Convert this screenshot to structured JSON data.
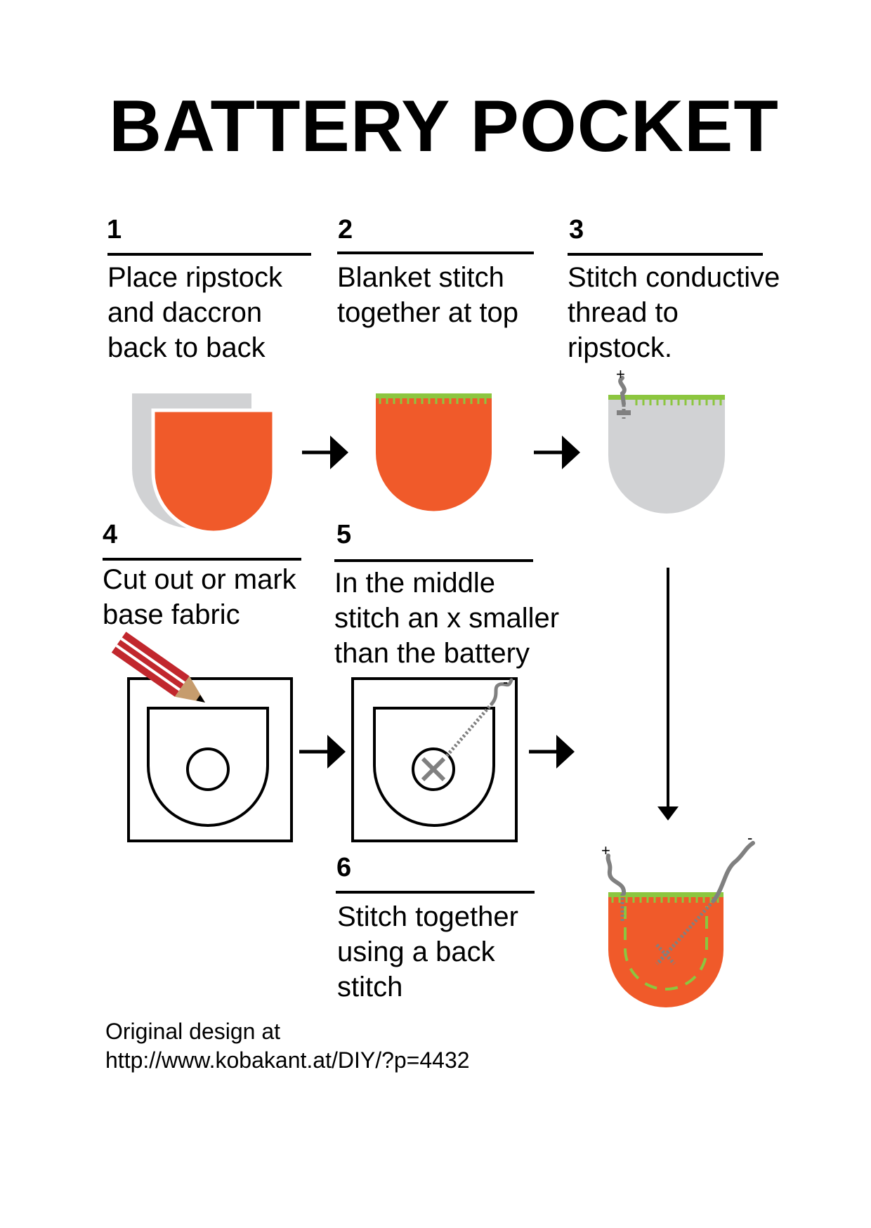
{
  "title": "BATTERY POCKET",
  "steps": [
    {
      "number": "1",
      "text": "Place ripstock\nand daccron\nback to back"
    },
    {
      "number": "2",
      "text": "Blanket stitch\ntogether at top"
    },
    {
      "number": "3",
      "text": "Stitch conductive\nthread to\nripstock."
    },
    {
      "number": "4",
      "text": "Cut out or mark\nbase fabric"
    },
    {
      "number": "5",
      "text": "In the middle\nstitch an x smaller\nthan the battery"
    },
    {
      "number": "6",
      "text": "Stitch together\nusing a back\nstitch"
    }
  ],
  "thread_marks": {
    "plus": "+",
    "minus": "-"
  },
  "footer": {
    "line1": "Original design at",
    "line2": "http://www.kobakant.at/DIY/?p=4432"
  },
  "colors": {
    "ripstock_orange": "#f05a2a",
    "daccron_gray": "#d1d2d4",
    "stitch_green": "#8cc63f",
    "thread_gray": "#808080",
    "pencil_red": "#c1272d",
    "pencil_wood": "#c69c6d"
  },
  "icons": [
    "arrow-right-icon",
    "arrow-down-icon",
    "pencil-icon",
    "pocket-icon"
  ]
}
